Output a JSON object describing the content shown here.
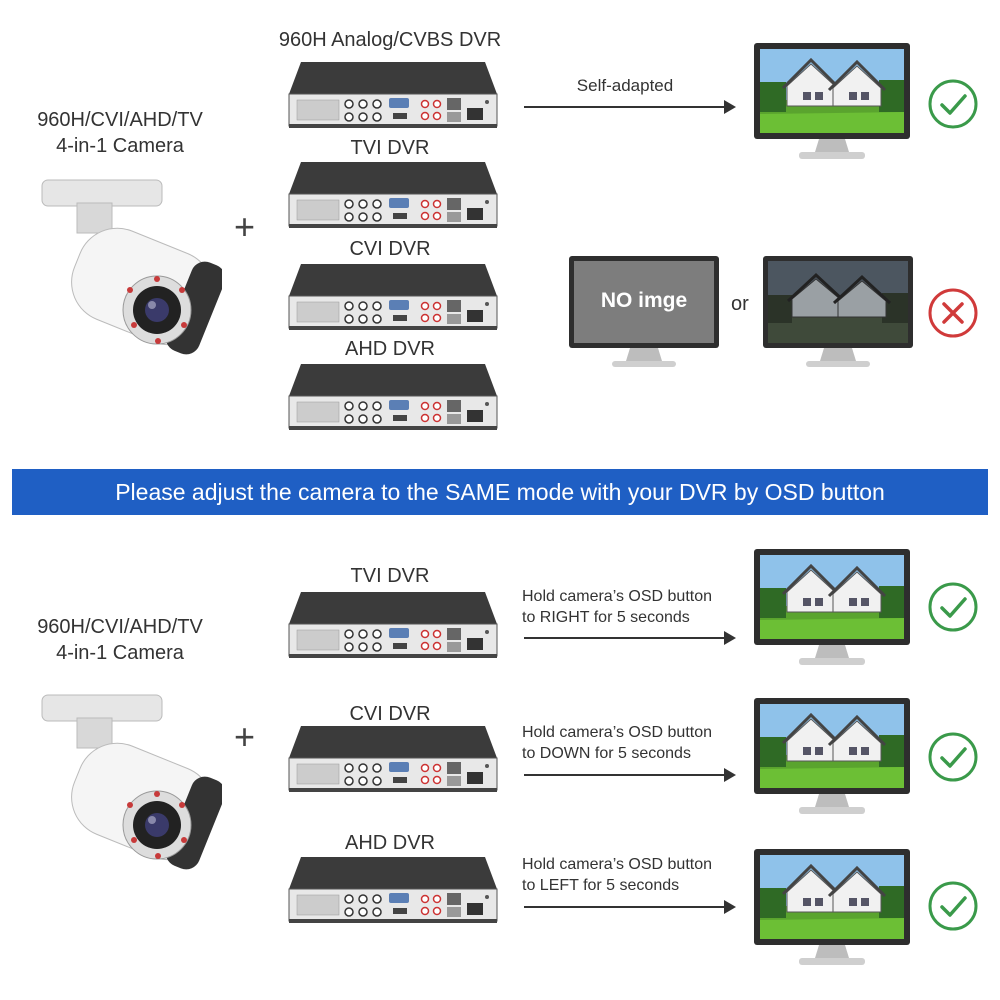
{
  "top": {
    "camera_label_line1": "960H/CVI/AHD/TV",
    "camera_label_line2": "4-in-1 Camera",
    "plus": "+",
    "dvrs": [
      {
        "label": "960H Analog/CVBS DVR"
      },
      {
        "label": "TVI DVR"
      },
      {
        "label": "CVI DVR"
      },
      {
        "label": "AHD DVR"
      }
    ],
    "self_adapted": "Self-adapted",
    "no_image": "NO imge",
    "or": "or"
  },
  "banner": "Please adjust the camera to the SAME mode with your DVR by OSD button",
  "bottom": {
    "camera_label_line1": "960H/CVI/AHD/TV",
    "camera_label_line2": "4-in-1 Camera",
    "plus": "+",
    "rows": [
      {
        "dvr": "TVI DVR",
        "line1": "Hold camera’s OSD button",
        "line2": "to RIGHT for 5 seconds"
      },
      {
        "dvr": "CVI DVR",
        "line1": "Hold camera’s OSD button",
        "line2": "to DOWN for 5 seconds"
      },
      {
        "dvr": "AHD DVR",
        "line1": "Hold camera’s OSD button",
        "line2": "to LEFT for 5 seconds"
      }
    ]
  },
  "colors": {
    "check": "#3a9a4a",
    "cross": "#d03a3a",
    "banner": "#1f5fc4",
    "dvr_body": "#3b3b3b",
    "dvr_panel": "#e8e8e8"
  },
  "icons": {
    "ok": "check-circle-icon",
    "fail": "x-circle-icon",
    "camera": "bullet-camera-icon",
    "dvr": "dvr-recorder-icon",
    "monitor": "monitor-icon"
  }
}
